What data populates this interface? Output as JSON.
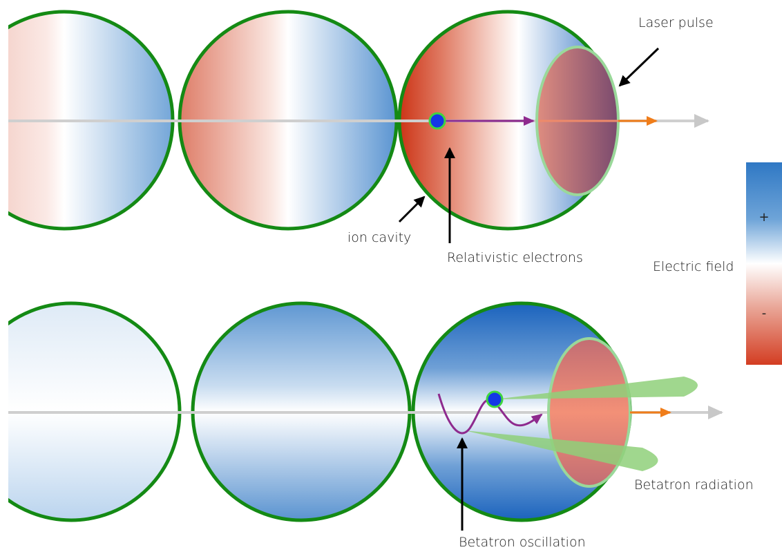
{
  "labels": {
    "laser_pulse": "Laser pulse",
    "ion_cavity": "ion cavity",
    "relativistic_electrons": "Relativistic electrons",
    "electric_field": "Electric field",
    "betatron_radiation": "Betatron radiation",
    "betatron_oscillation": "Betatron oscillation"
  },
  "colorbar": {
    "plus": "+",
    "minus": "-"
  },
  "colors": {
    "cavity_outline": "#148a14",
    "positive_field": "#2f78c4",
    "negative_field": "#d33d22",
    "electron": "#1437e6",
    "electron_path": "#8e2a8e",
    "laser_arrow": "#f07d1a",
    "radiation": "#8fd07a",
    "axis": "#c8c8c8"
  }
}
